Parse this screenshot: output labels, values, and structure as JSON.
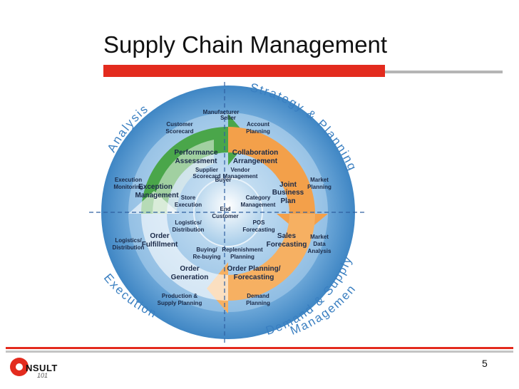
{
  "slide": {
    "title": "Supply Chain Management",
    "page_number": "5"
  },
  "logo": {
    "text": "NSULT",
    "sub": "101"
  },
  "arc_labels": {
    "analysis": "Analysis",
    "strategy": "Strategy & Planning",
    "execution": "Execution",
    "demand": "Demand & Supply",
    "management": "Management"
  },
  "center": {
    "line1": "End",
    "line2": "Customer"
  },
  "quadrant_labels": {
    "seller": "Seller",
    "buyer": "Buyer"
  },
  "big_labels": {
    "manufacturer": "Manufacturer",
    "performance": [
      "Performance",
      "Assessment"
    ],
    "collaboration": [
      "Collaboration",
      "Arrangement"
    ],
    "exception": [
      "Exception",
      "Management"
    ],
    "joint": [
      "Joint",
      "Business",
      "Plan"
    ],
    "order_fulfillment": [
      "Order",
      "Fulfillment"
    ],
    "sales_forecasting": [
      "Sales",
      "Forecasting"
    ],
    "order_generation": [
      "Order",
      "Generation"
    ],
    "order_planning": [
      "Order Planning/",
      "Forecasting"
    ]
  },
  "small_labels": {
    "customer_scorecard": [
      "Customer",
      "Scorecard"
    ],
    "account_planning": [
      "Account",
      "Planning"
    ],
    "supplier_scorecard": [
      "Supplier",
      "Scorecard"
    ],
    "vendor_management": [
      "Vendor",
      "Management"
    ],
    "execution_monitoring": [
      "Execution",
      "Monitoring"
    ],
    "market_planning": [
      "Market",
      "Planning"
    ],
    "store_execution": [
      "Store",
      "Execution"
    ],
    "category_management": [
      "Category",
      "Management"
    ],
    "logistics_distribution_inner": [
      "Logistics/",
      "Distribution"
    ],
    "pos_forecasting": [
      "POS",
      "Forecasting"
    ],
    "logistics_distribution_outer": [
      "Logistics/",
      "Distribution"
    ],
    "market_data_analysis": [
      "Market",
      "Data",
      "Analysis"
    ],
    "buying_rebuying": [
      "Buying/",
      "Re-buying"
    ],
    "replenishment_planning": [
      "Replenishment",
      "Planning"
    ],
    "production_supply": [
      "Production &",
      "Supply Planning"
    ],
    "demand_planning": [
      "Demand",
      "Planning"
    ]
  },
  "colors": {
    "accent_red": "#e32b1e",
    "outer_ring": "#5e9fd2",
    "inner_disk": "#a9cdea",
    "green_arrow": "#4aa64a",
    "orange_arrow": "#f3a04a",
    "text_dark": "#1b2a48"
  }
}
